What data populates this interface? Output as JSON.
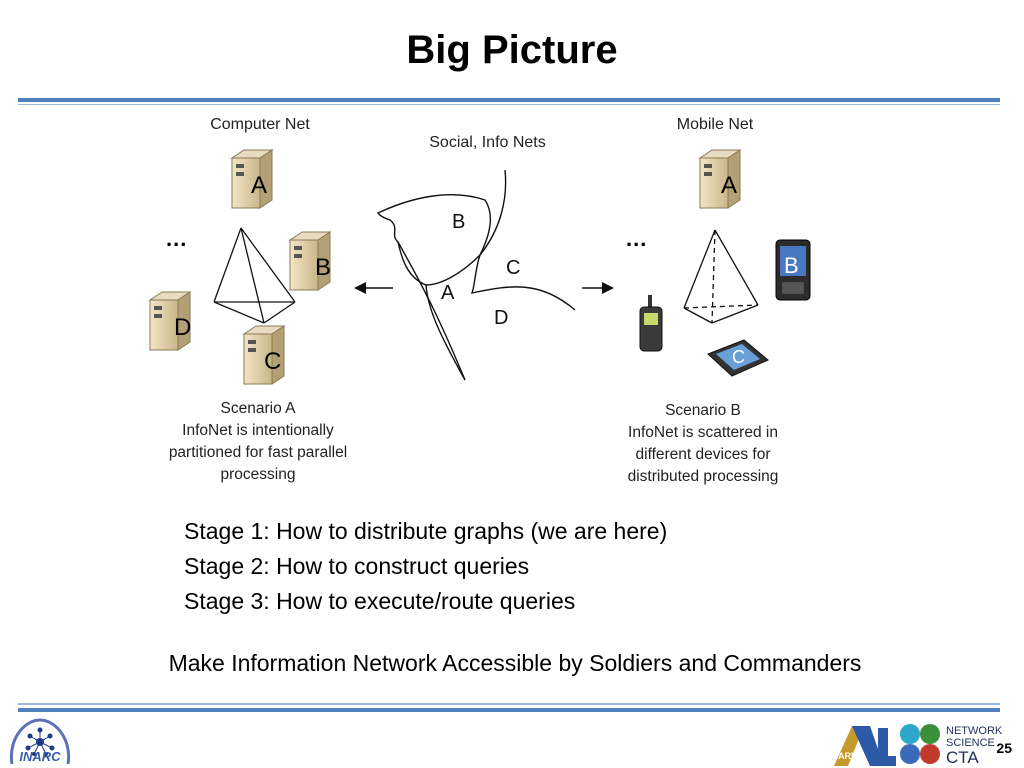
{
  "slide": {
    "title": "Big Picture",
    "page_number": "25"
  },
  "diagram": {
    "computer_net": {
      "label": "Computer Net",
      "more": "...",
      "nodes": [
        "A",
        "B",
        "C",
        "D"
      ],
      "caption_lines": [
        "Scenario A",
        "InfoNet is intentionally",
        "partitioned for fast parallel",
        "processing"
      ]
    },
    "social_info_nets": {
      "label": "Social, Info Nets",
      "regions": [
        "B",
        "C",
        "A",
        "D"
      ]
    },
    "mobile_net": {
      "label": "Mobile Net",
      "more": "...",
      "nodes": [
        "A",
        "B",
        "C"
      ],
      "caption_lines": [
        "Scenario B",
        "InfoNet is scattered in",
        "different devices for",
        "distributed processing"
      ]
    }
  },
  "stages": [
    "Stage 1: How to distribute graphs (we are here)",
    "Stage 2: How to construct queries",
    "Stage 3: How to execute/route queries"
  ],
  "mission": "Make Information Network Accessible by Soldiers and Commanders",
  "logos": {
    "inarc": "INARC",
    "arl": "ARL",
    "ns_cta_line1": "NETWORK",
    "ns_cta_line2": "SCIENCE",
    "ns_cta_line3": "CTA"
  }
}
